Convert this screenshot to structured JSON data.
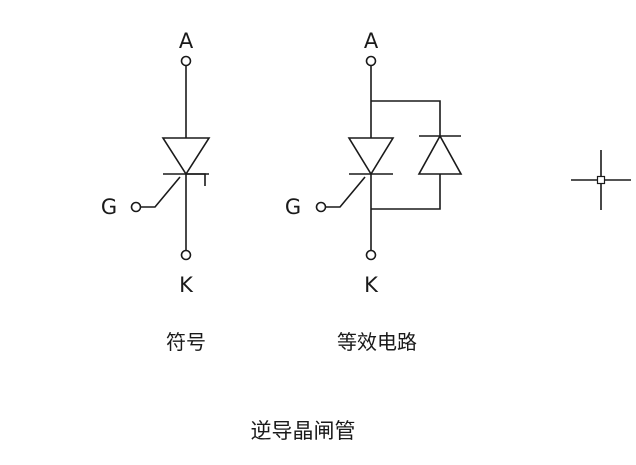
{
  "symbol": {
    "anode_label": "A",
    "gate_label": "G",
    "cathode_label": "K",
    "caption": "符号"
  },
  "equivalent": {
    "anode_label": "A",
    "gate_label": "G",
    "cathode_label": "K",
    "caption": "等效电路"
  },
  "title": "逆导晶闸管"
}
